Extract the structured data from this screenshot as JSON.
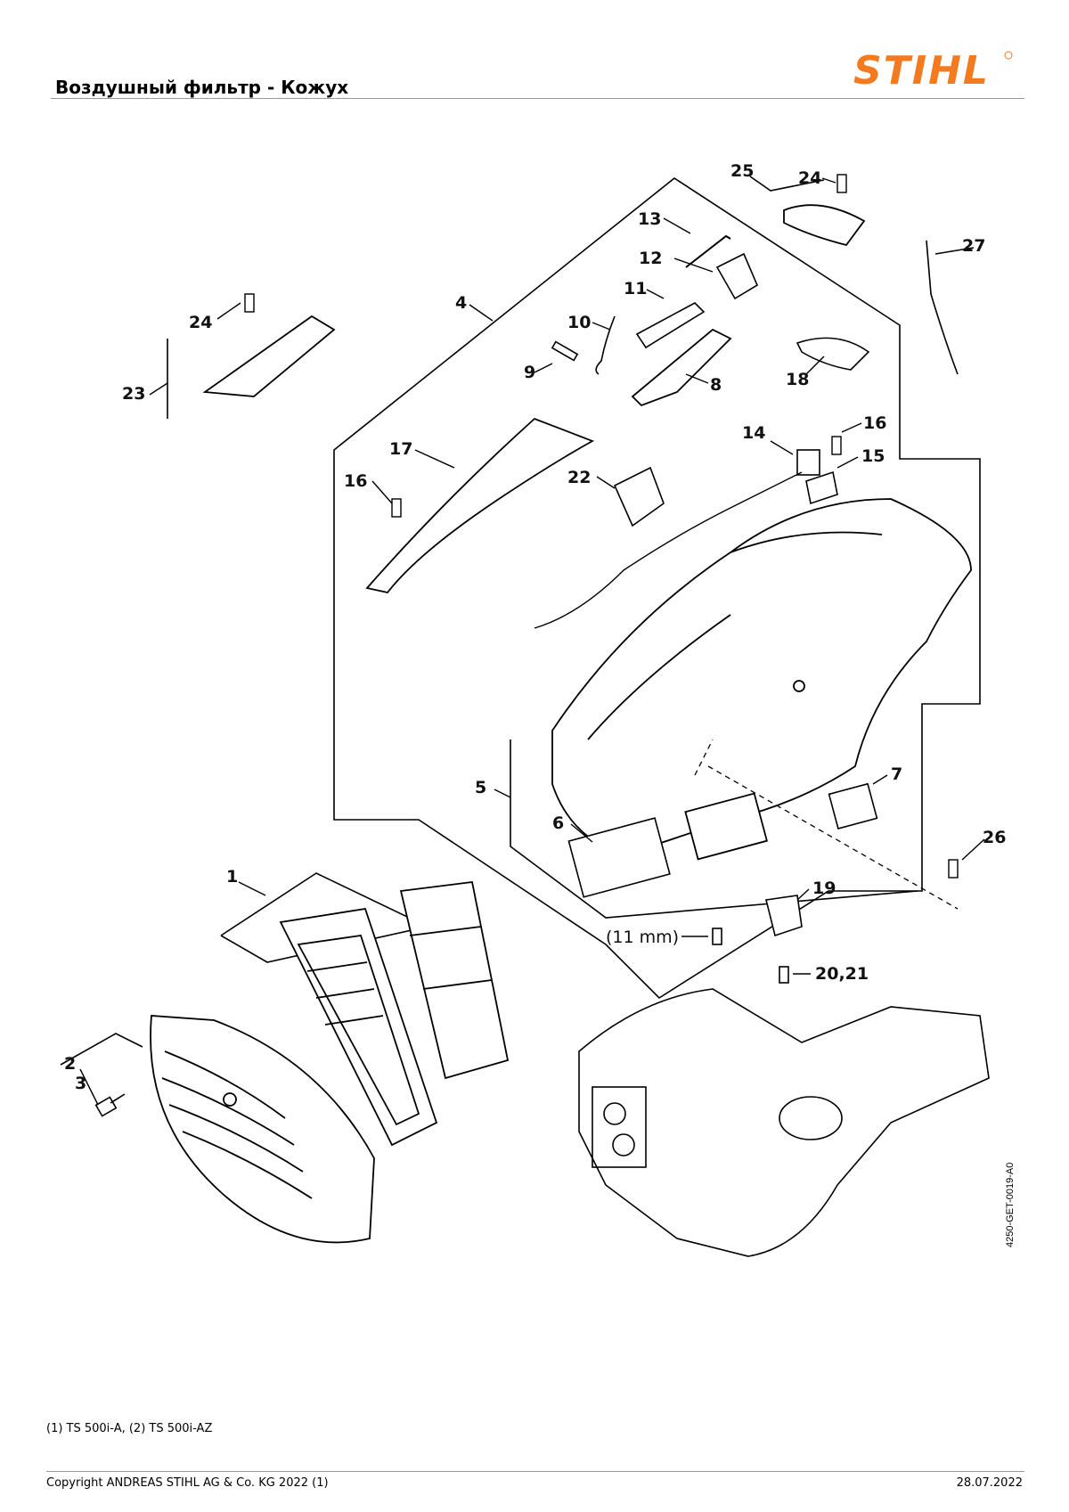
{
  "header": {
    "title": "Воздушный фильтр - Кожух"
  },
  "brand": {
    "logo_text": "STIHL",
    "color": "#f37a1f"
  },
  "callouts": {
    "c1": "1",
    "c2": "2",
    "c3": "3",
    "c4": "4",
    "c5": "5",
    "c6": "6",
    "c7": "7",
    "c8": "8",
    "c9": "9",
    "c10": "10",
    "c11": "11",
    "c12": "12",
    "c13": "13",
    "c14": "14",
    "c15": "15",
    "c16a": "16",
    "c16b": "16",
    "c17": "17",
    "c18": "18",
    "c19": "19",
    "c20": "20,21",
    "c22": "22",
    "c23": "23",
    "c24a": "24",
    "c24b": "24",
    "c25": "25",
    "c26": "26",
    "c27": "27",
    "mm": "(11 mm)"
  },
  "drawing_code": "4250-GET-0019-A0",
  "footnote": "(1) TS 500i-A, (2) TS 500i-AZ",
  "footer": {
    "copyright": "Copyright ANDREAS STIHL AG & Co. KG 2022 (1)",
    "date": "28.07.2022"
  }
}
